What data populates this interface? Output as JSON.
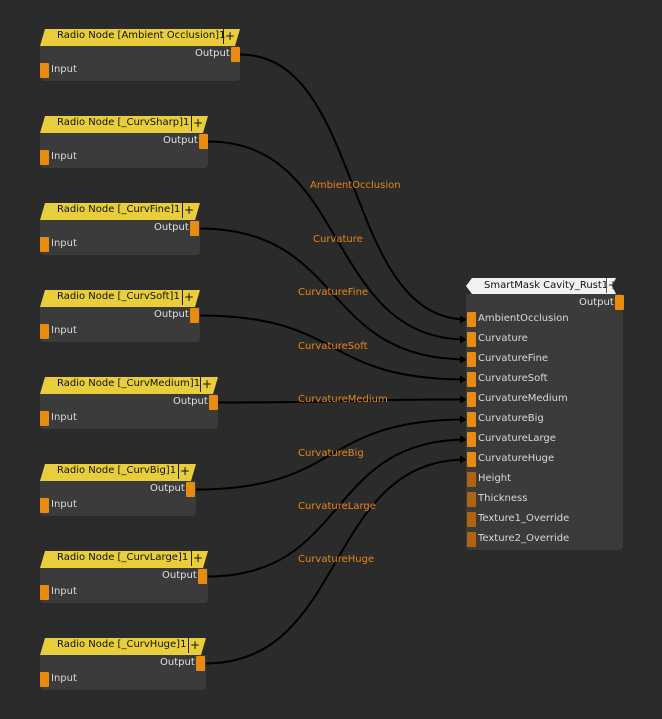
{
  "colors": {
    "canvas_bg": "#2b2b2b",
    "node_body": "#3b3b3b",
    "radio_header": "#e8ce3a",
    "port": "#e88b0f",
    "wire": "#000000",
    "wire_label": "#e8851a"
  },
  "plus_symbol": "+",
  "radio_nodes": [
    {
      "title": "Radio Node [Ambient Occlusion]1",
      "output_label": "Output",
      "input_label": "Input"
    },
    {
      "title": "Radio Node [_CurvSharp]1",
      "output_label": "Output",
      "input_label": "Input"
    },
    {
      "title": "Radio Node [_CurvFine]1",
      "output_label": "Output",
      "input_label": "Input"
    },
    {
      "title": "Radio Node [_CurvSoft]1",
      "output_label": "Output",
      "input_label": "Input"
    },
    {
      "title": "Radio Node [_CurvMedium]1",
      "output_label": "Output",
      "input_label": "Input"
    },
    {
      "title": "Radio Node [_CurvBig]1",
      "output_label": "Output",
      "input_label": "Input"
    },
    {
      "title": "Radio Node [_CurvLarge]1",
      "output_label": "Output",
      "input_label": "Input"
    },
    {
      "title": "Radio Node [_CurvHuge]1",
      "output_label": "Output",
      "input_label": "Input"
    }
  ],
  "smart_node": {
    "title": "SmartMask Cavity_Rust1",
    "output_label": "Output",
    "inputs": [
      {
        "label": "AmbientOcclusion",
        "connected": true
      },
      {
        "label": "Curvature",
        "connected": true
      },
      {
        "label": "CurvatureFine",
        "connected": true
      },
      {
        "label": "CurvatureSoft",
        "connected": true
      },
      {
        "label": "CurvatureMedium",
        "connected": true
      },
      {
        "label": "CurvatureBig",
        "connected": true
      },
      {
        "label": "CurvatureLarge",
        "connected": true
      },
      {
        "label": "CurvatureHuge",
        "connected": true
      },
      {
        "label": "Height",
        "connected": false
      },
      {
        "label": "Thickness",
        "connected": false
      },
      {
        "label": "Texture1_Override",
        "connected": false
      },
      {
        "label": "Texture2_Override",
        "connected": false
      }
    ]
  },
  "wire_labels": [
    "AmbientOcclusion",
    "Curvature",
    "CurvatureFine",
    "CurvatureSoft",
    "CurvatureMedium",
    "CurvatureBig",
    "CurvatureLarge",
    "CurvatureHuge"
  ]
}
